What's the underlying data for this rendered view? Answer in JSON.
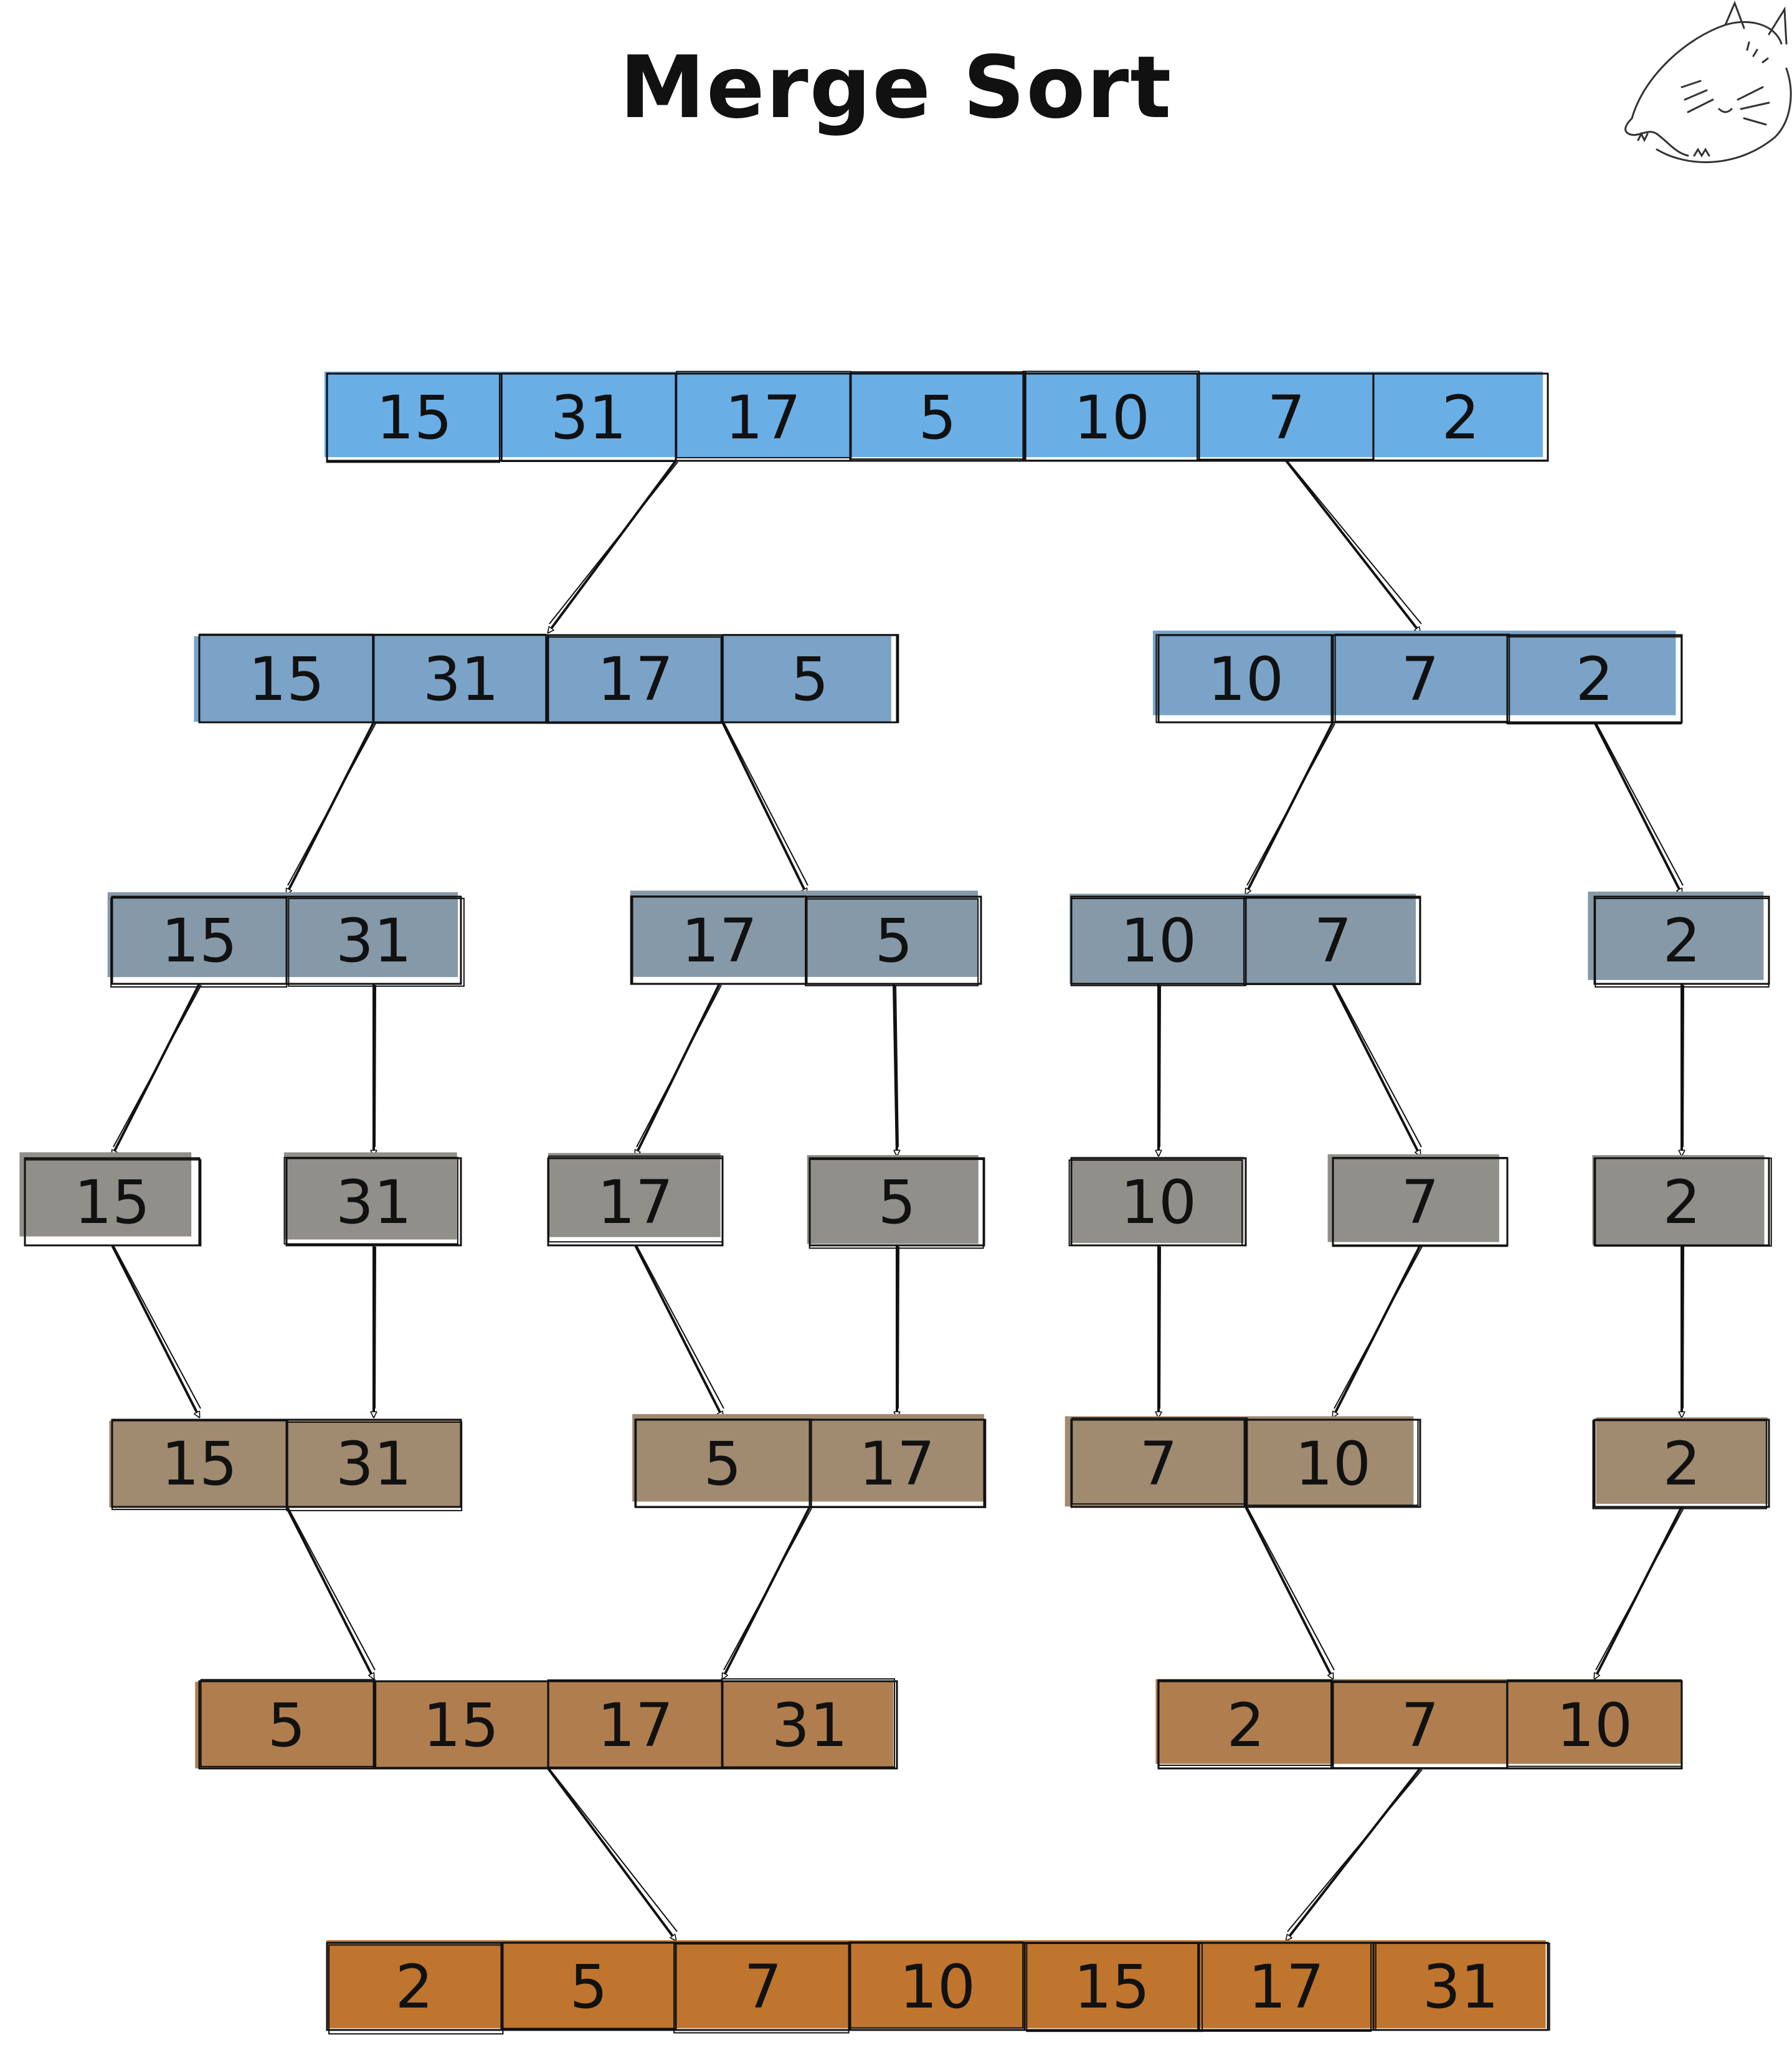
{
  "title": "Merge Sort",
  "colors": {
    "level0": "#6aaee6",
    "level1": "#7aa3c7",
    "level2": "#8699a8",
    "level3": "#918f8a",
    "level4": "#a08a70",
    "level5": "#b07e4e",
    "level6": "#bf752e",
    "stroke": "#111111"
  },
  "icons": {
    "corner": "sleeping-cat-sketch-icon"
  },
  "rows": [
    {
      "level": 0,
      "groups": [
        {
          "values": [
            15,
            31,
            17,
            5,
            10,
            7,
            2
          ]
        }
      ]
    },
    {
      "level": 1,
      "groups": [
        {
          "values": [
            15,
            31,
            17,
            5
          ]
        },
        {
          "values": [
            10,
            7,
            2
          ]
        }
      ]
    },
    {
      "level": 2,
      "groups": [
        {
          "values": [
            15,
            31
          ]
        },
        {
          "values": [
            17,
            5
          ]
        },
        {
          "values": [
            10,
            7
          ]
        },
        {
          "values": [
            2
          ]
        }
      ]
    },
    {
      "level": 3,
      "groups": [
        {
          "values": [
            15
          ]
        },
        {
          "values": [
            31
          ]
        },
        {
          "values": [
            17
          ]
        },
        {
          "values": [
            5
          ]
        },
        {
          "values": [
            10
          ]
        },
        {
          "values": [
            7
          ]
        },
        {
          "values": [
            2
          ]
        }
      ]
    },
    {
      "level": 4,
      "groups": [
        {
          "values": [
            15,
            31
          ]
        },
        {
          "values": [
            5,
            17
          ]
        },
        {
          "values": [
            7,
            10
          ]
        },
        {
          "values": [
            2
          ]
        }
      ]
    },
    {
      "level": 5,
      "groups": [
        {
          "values": [
            5,
            15,
            17,
            31
          ]
        },
        {
          "values": [
            2,
            7,
            10
          ]
        }
      ]
    },
    {
      "level": 6,
      "groups": [
        {
          "values": [
            2,
            5,
            7,
            10,
            15,
            17,
            31
          ]
        }
      ]
    }
  ]
}
